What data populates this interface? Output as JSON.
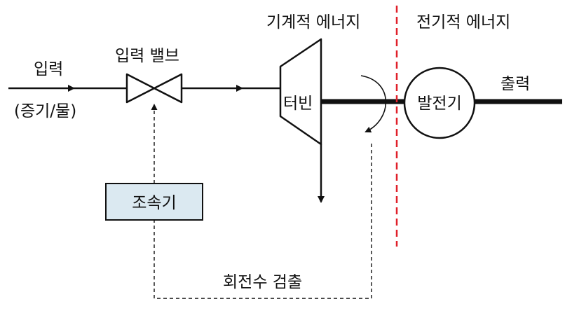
{
  "labels": {
    "input": "입력",
    "input_sub": "(증기/물)",
    "input_valve": "입력 밸브",
    "mechanical_energy": "기계적 에너지",
    "electrical_energy": "전기적 에너지",
    "turbine": "터빈",
    "generator": "발전기",
    "output": "출력",
    "governor": "조속기",
    "speed_detection": "회전수 검출"
  },
  "colors": {
    "line": "#111111",
    "governor_fill": "#dbe9f1",
    "boundary": "#e0202a",
    "background": "#ffffff"
  },
  "icons": {
    "valve": "bowtie-valve-icon",
    "turbine": "trapezoid-turbine-icon",
    "generator": "circle-generator-icon",
    "rotation": "curved-rotation-arrow-icon"
  }
}
